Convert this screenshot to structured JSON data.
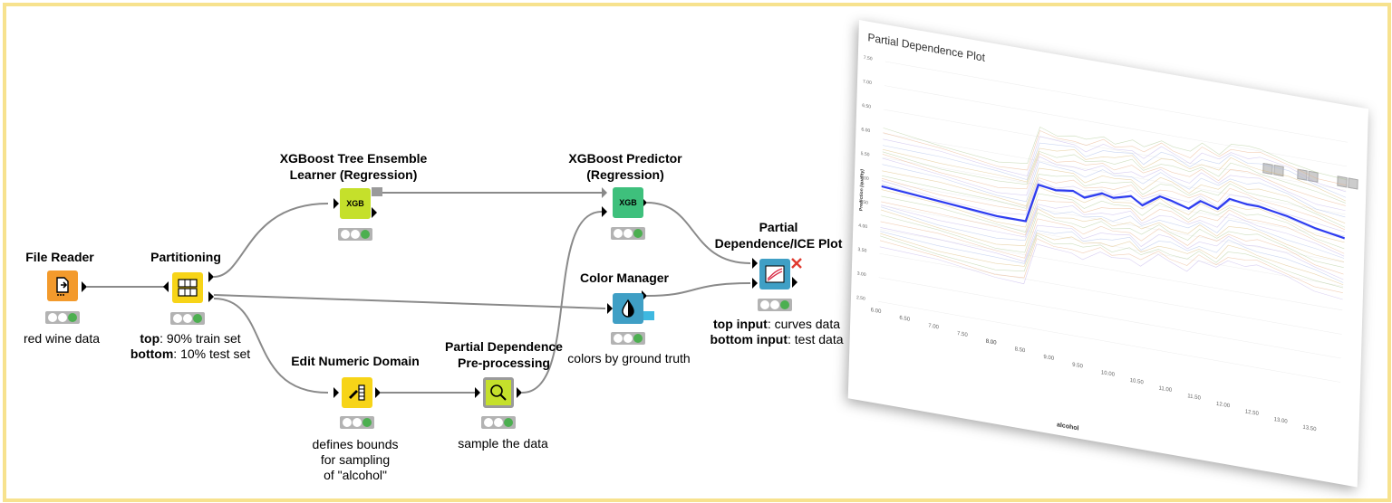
{
  "nodes": {
    "file_reader": {
      "title": "File Reader",
      "caption": "red wine data"
    },
    "partitioning": {
      "title": "Partitioning",
      "caption_top_bold": "top",
      "caption_top_rest": ": 90% train set",
      "caption_bottom_bold": "bottom",
      "caption_bottom_rest": ": 10% test set"
    },
    "xgb_learner": {
      "title_line1": "XGBoost Tree Ensemble",
      "title_line2": "Learner (Regression)",
      "icon_text": "XGB"
    },
    "xgb_predictor": {
      "title_line1": "XGBoost Predictor",
      "title_line2": "(Regression)",
      "icon_text": "XGB"
    },
    "edit_numeric_domain": {
      "title": "Edit Numeric Domain",
      "caption_line1": "defines bounds",
      "caption_line2": "for sampling",
      "caption_line3": "of \"alcohol\""
    },
    "pd_preprocessing": {
      "title_line1": "Partial Dependence",
      "title_line2": "Pre-processing",
      "caption": "sample the data"
    },
    "color_manager": {
      "title": "Color Manager",
      "caption": "colors by ground truth"
    },
    "pd_ice_plot": {
      "title_line1": "Partial",
      "title_line2": "Dependence/ICE Plot",
      "caption_top_bold": "top input",
      "caption_top_rest": ": curves data",
      "caption_bottom_bold": "bottom input",
      "caption_bottom_rest": ": test data"
    }
  },
  "colors": {
    "frame_border": "#f7e28e",
    "file_reader": "#f39a2c",
    "manipulator": "#f7d418",
    "learner": "#c5e02b",
    "predictor": "#3ec07c",
    "visualizer": "#3f9fc5",
    "pd_line": "#2e3cf0"
  },
  "plot": {
    "title": "Partial Dependence Plot",
    "chart_data": {
      "type": "line",
      "title": "Partial Dependence Plot",
      "xlabel": "alcohol",
      "ylabel": "Prediction (quality)",
      "x_ticks": [
        "8.00",
        "8.50",
        "9.00",
        "9.50",
        "10.00",
        "10.50",
        "11.00",
        "11.50",
        "12.00",
        "12.50",
        "13.00",
        "13.50"
      ],
      "x_ticks_left": [
        "6.00",
        "6.50",
        "7.00",
        "7.50",
        "8.00"
      ],
      "y_ticks": [
        "7.50",
        "7.00",
        "6.50",
        "6.00",
        "5.50",
        "5.00",
        "4.50",
        "4.00",
        "3.50",
        "3.00",
        "2.50"
      ],
      "xlim": [
        6.0,
        14.0
      ],
      "ylim": [
        2.5,
        7.5
      ],
      "series": [
        {
          "x": [
            6.0,
            7.0,
            8.0,
            8.5,
            8.7,
            9.0,
            9.3,
            9.5,
            9.8,
            10.0,
            10.3,
            10.5,
            10.8,
            11.0,
            11.3,
            11.5,
            11.8,
            12.0,
            12.3,
            12.5,
            13.0,
            13.5,
            14.0
          ],
          "y": [
            4.9,
            4.8,
            4.7,
            4.7,
            5.5,
            5.45,
            5.5,
            5.4,
            5.55,
            5.5,
            5.6,
            5.45,
            5.7,
            5.65,
            5.55,
            5.75,
            5.65,
            5.9,
            5.85,
            5.85,
            5.75,
            5.6,
            5.5
          ]
        }
      ]
    }
  }
}
